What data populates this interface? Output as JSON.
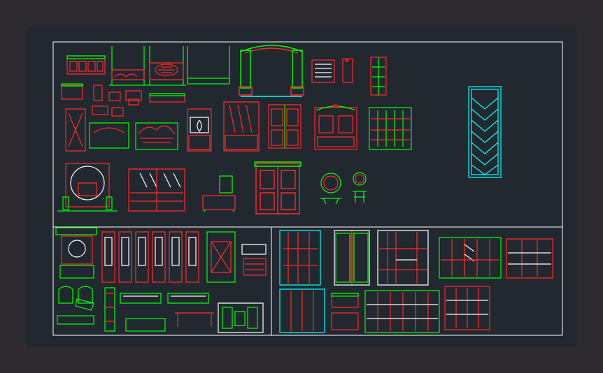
{
  "app": {
    "background": "#2d2a30",
    "canvas_background": "#212830",
    "line_colors": {
      "red": "#ff2a2a",
      "green": "#00ff00",
      "cyan": "#00ffff",
      "white": "#ffffff"
    }
  },
  "drawing": {
    "description_icons": [
      "cabinet-block",
      "canopy-bed-block",
      "archway-block",
      "bookshelf-block",
      "wardrobe-block",
      "screen-panel-block",
      "chair-block",
      "table-block",
      "lattice-panel-block"
    ]
  }
}
